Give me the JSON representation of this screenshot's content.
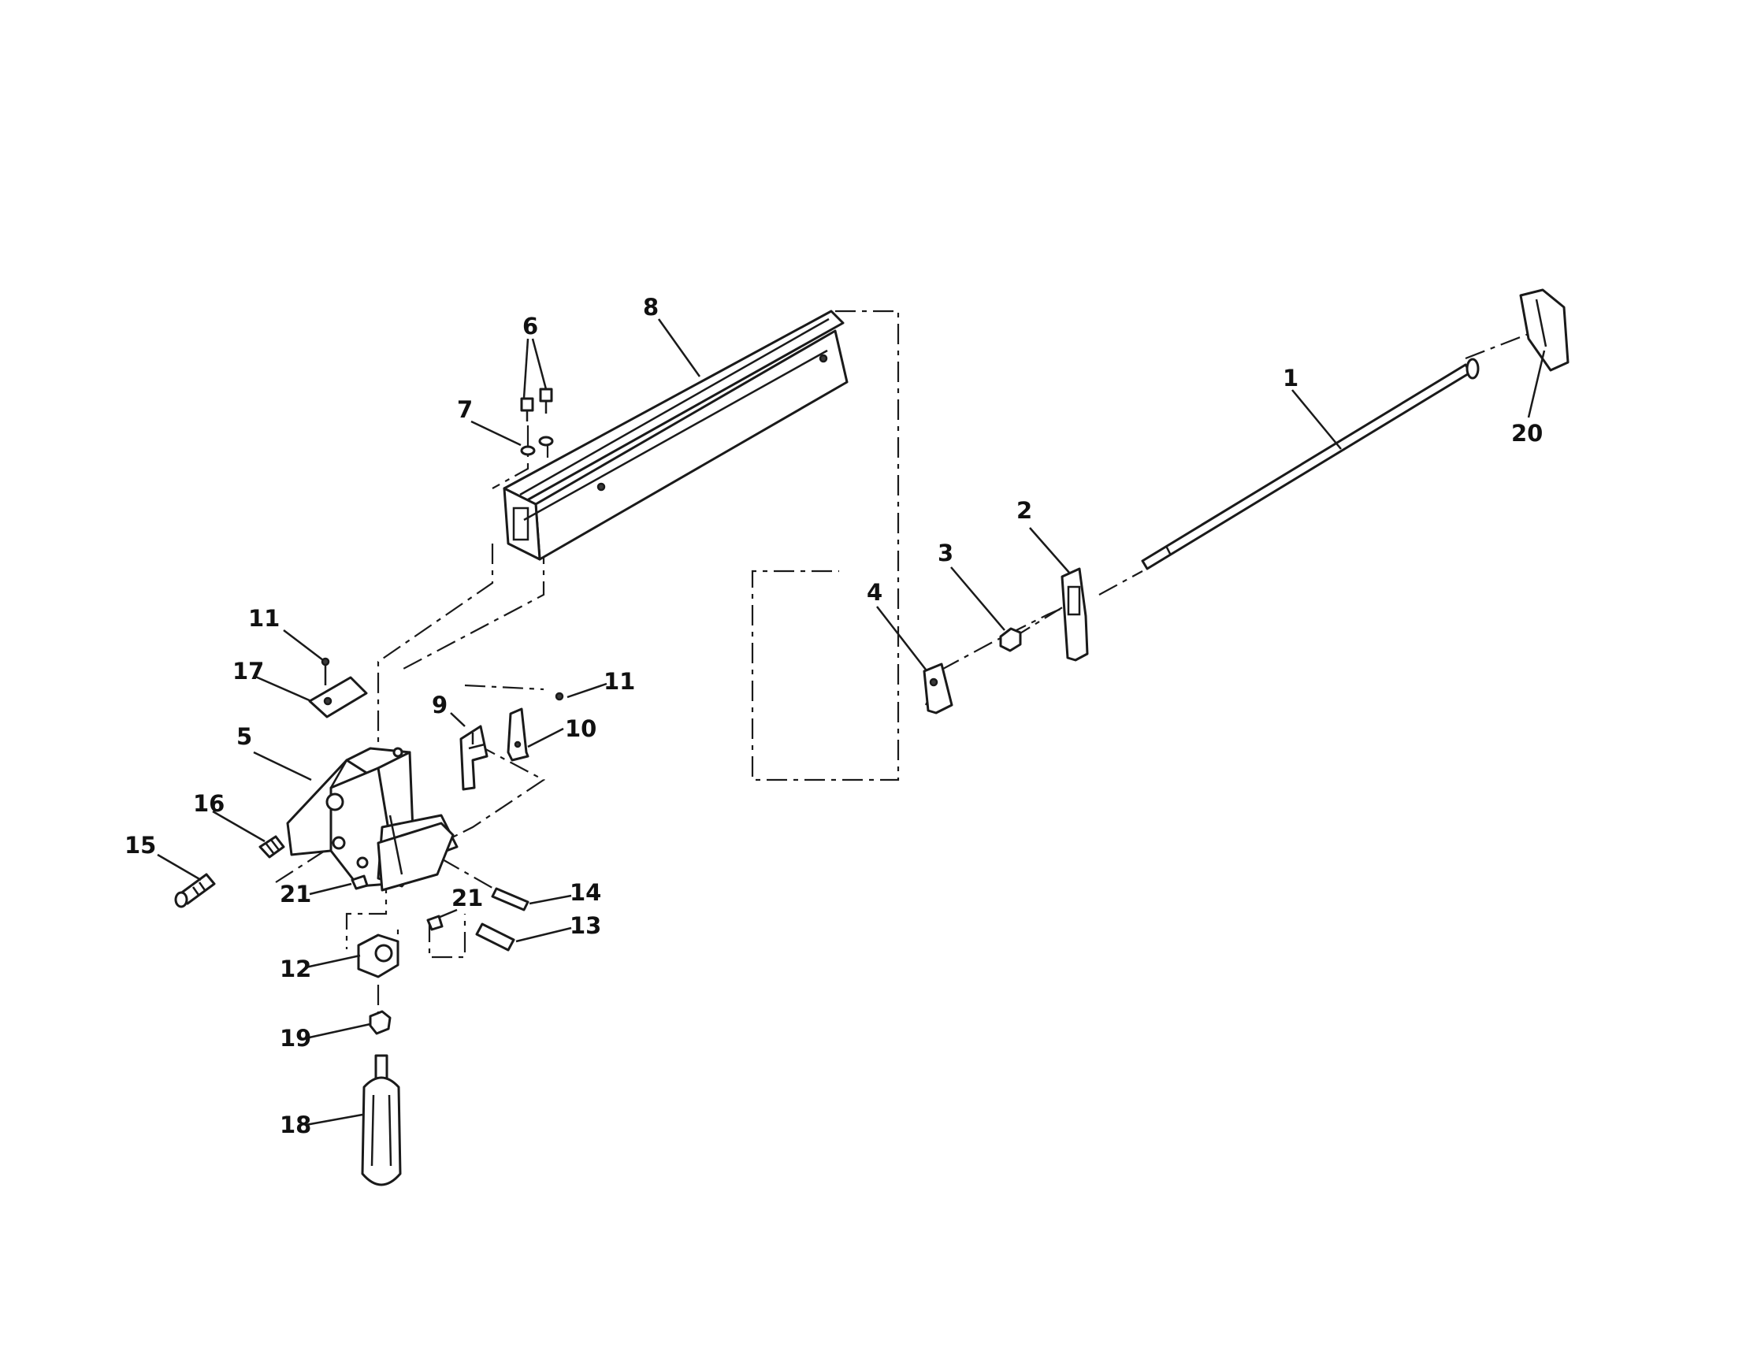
{
  "callouts": [
    {
      "id": "c1",
      "label": "1"
    },
    {
      "id": "c2",
      "label": "2"
    },
    {
      "id": "c3",
      "label": "3"
    },
    {
      "id": "c4",
      "label": "4"
    },
    {
      "id": "c5",
      "label": "5"
    },
    {
      "id": "c6",
      "label": "6"
    },
    {
      "id": "c7",
      "label": "7"
    },
    {
      "id": "c8",
      "label": "8"
    },
    {
      "id": "c9",
      "label": "9"
    },
    {
      "id": "c10",
      "label": "10"
    },
    {
      "id": "c11a",
      "label": "11"
    },
    {
      "id": "c11b",
      "label": "11"
    },
    {
      "id": "c12",
      "label": "12"
    },
    {
      "id": "c13",
      "label": "13"
    },
    {
      "id": "c14",
      "label": "14"
    },
    {
      "id": "c15",
      "label": "15"
    },
    {
      "id": "c16",
      "label": "16"
    },
    {
      "id": "c17",
      "label": "17"
    },
    {
      "id": "c18",
      "label": "18"
    },
    {
      "id": "c19",
      "label": "19"
    },
    {
      "id": "c20",
      "label": "20"
    },
    {
      "id": "c21a",
      "label": "21"
    },
    {
      "id": "c21b",
      "label": "21"
    }
  ],
  "colors": {
    "line": "#1a1a1a",
    "background": "#ffffff"
  }
}
